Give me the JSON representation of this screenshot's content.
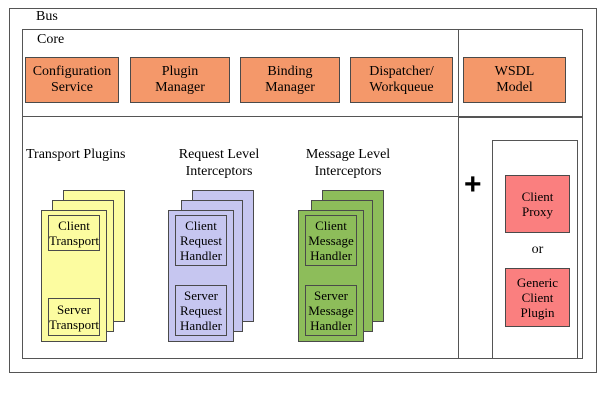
{
  "diagram": {
    "outer_frame_label": "Bus",
    "core_frame_label": "Core",
    "colors": {
      "core_block": "#F4986A",
      "transport_plugin": "#FCFCA0",
      "request_interceptor": "#C6C6F0",
      "message_interceptor": "#8DBD5A",
      "client_block": "#FA7F7F",
      "border": "#4a4a4a",
      "background": "#ffffff"
    },
    "core_blocks": [
      {
        "label": "Configuration\nService"
      },
      {
        "label": "Plugin\nManager"
      },
      {
        "label": "Binding\nManager"
      },
      {
        "label": "Dispatcher/\nWorkqueue"
      },
      {
        "label": "WSDL\nModel"
      }
    ],
    "sections": [
      {
        "caption": "Transport Plugins",
        "color_key": "transport_plugin",
        "items": [
          {
            "label": "Client\nTransport"
          },
          {
            "label": "Server\nTransport"
          }
        ]
      },
      {
        "caption": "Request Level\nInterceptors",
        "color_key": "request_interceptor",
        "items": [
          {
            "label": "Client\nRequest\nHandler"
          },
          {
            "label": "Server\nRequest\nHandler"
          }
        ]
      },
      {
        "caption": "Message Level\nInterceptors",
        "color_key": "message_interceptor",
        "items": [
          {
            "label": "Client\nMessage\nHandler"
          },
          {
            "label": "Server\nMessage\nHandler"
          }
        ]
      }
    ],
    "client_side": {
      "plus_symbol": "+",
      "or_label": "or",
      "options": [
        {
          "label": "Client\nProxy"
        },
        {
          "label": "Generic\nClient\nPlugin"
        }
      ]
    }
  }
}
